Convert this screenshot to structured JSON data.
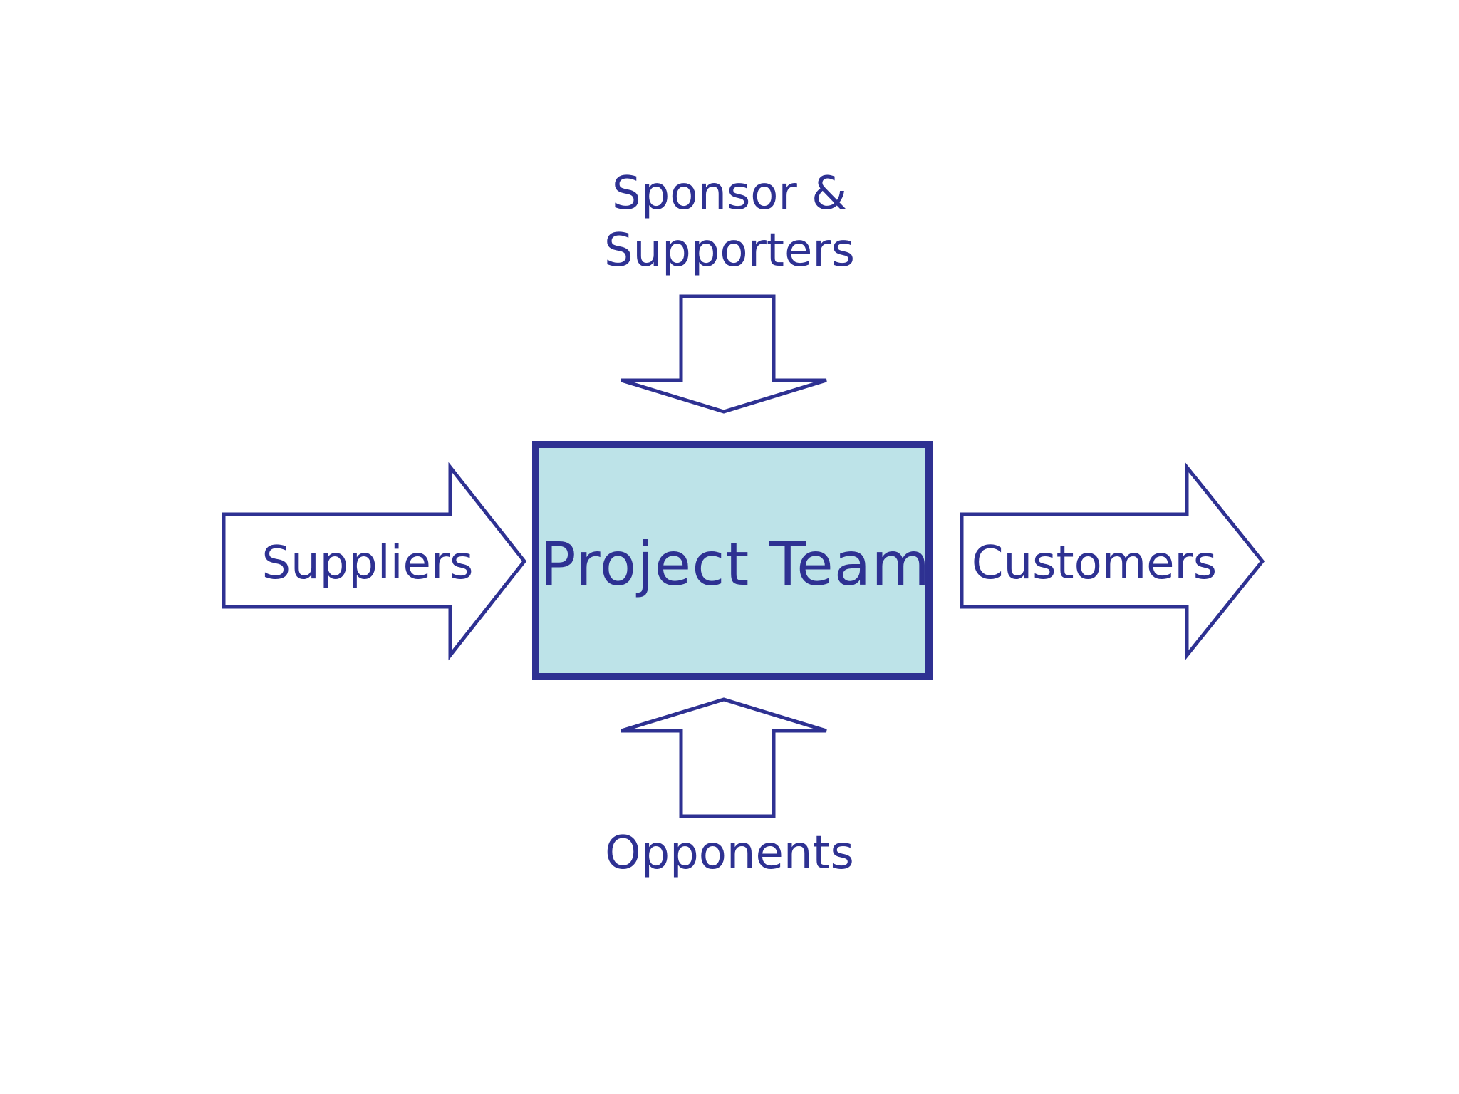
{
  "diagram": {
    "center": {
      "label": "Project Team"
    },
    "top": {
      "line1": "Sponsor &",
      "line2": "Supporters"
    },
    "bottom": {
      "label": "Opponents"
    },
    "left": {
      "label": "Suppliers"
    },
    "right": {
      "label": "Customers"
    }
  },
  "colors": {
    "stroke": "#2e3192",
    "center_fill": "#bde3e8",
    "arrow_fill": "#ffffff"
  }
}
